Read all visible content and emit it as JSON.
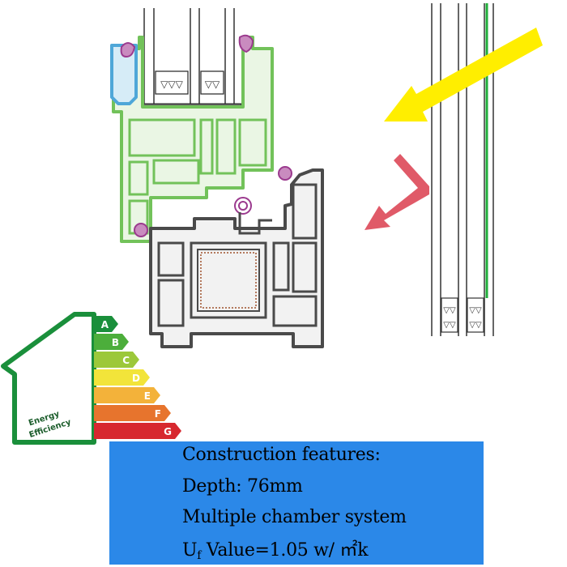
{
  "colors": {
    "glass_green": "#1fae3a",
    "sash_green": "#72c25a",
    "frame_gray": "#4a4a4a",
    "gasket_purple": "#9b3a8e",
    "blue_profile": "#4fa7d8",
    "sun_arrow": "#ffee00",
    "reflect_arrow": "#e05a68",
    "panel_blue": "#2b88e8"
  },
  "energy_label": {
    "house_text_line1": "Energy",
    "house_text_line2": "Efficiency",
    "classes": [
      {
        "letter": "A",
        "color": "#1a8f3b"
      },
      {
        "letter": "B",
        "color": "#4cae3b"
      },
      {
        "letter": "C",
        "color": "#9cc83a"
      },
      {
        "letter": "D",
        "color": "#f2e43a"
      },
      {
        "letter": "E",
        "color": "#f3b23a"
      },
      {
        "letter": "F",
        "color": "#e7742d"
      },
      {
        "letter": "G",
        "color": "#d7282f"
      }
    ]
  },
  "features": {
    "heading": "Construction features:",
    "depth": "Depth: 76mm",
    "chambers": "Multiple chamber system",
    "uf_prefix": "U",
    "uf_sub": "f",
    "uf_value": " Value=1.05 w/ ㎡k"
  }
}
